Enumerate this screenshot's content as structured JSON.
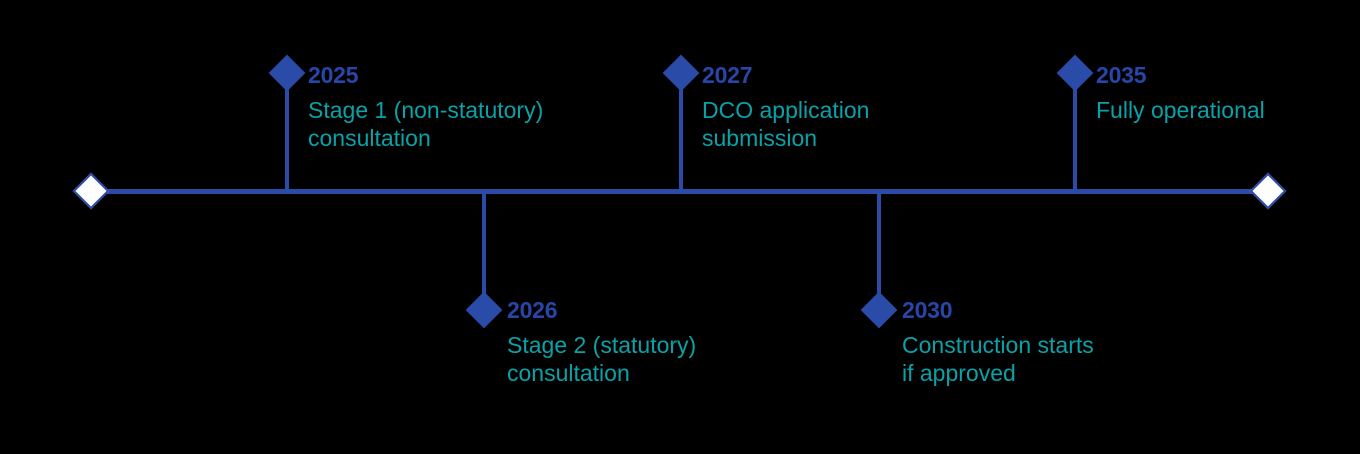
{
  "diagram": {
    "type": "timeline",
    "orientation": "horizontal",
    "background_color": "#000000",
    "axis_color": "#2B4BA8",
    "year_color": "#2746A8",
    "description_color": "#0AA2A8",
    "endpoint_fill": "#FFFFFF",
    "marker_fill": "#2B4BA8",
    "start_cap": "diamond-open",
    "end_cap": "diamond-open"
  },
  "milestones": [
    {
      "year": "2025",
      "side": "above",
      "lines": [
        "Stage 1 (non-statutory)",
        "consultation"
      ]
    },
    {
      "year": "2026",
      "side": "below",
      "lines": [
        "Stage 2 (statutory)",
        "consultation"
      ]
    },
    {
      "year": "2027",
      "side": "above",
      "lines": [
        "DCO application",
        "submission"
      ]
    },
    {
      "year": "2030",
      "side": "below",
      "lines": [
        "Construction starts",
        "if approved"
      ]
    },
    {
      "year": "2035",
      "side": "above",
      "lines": [
        "Fully operational"
      ]
    }
  ]
}
